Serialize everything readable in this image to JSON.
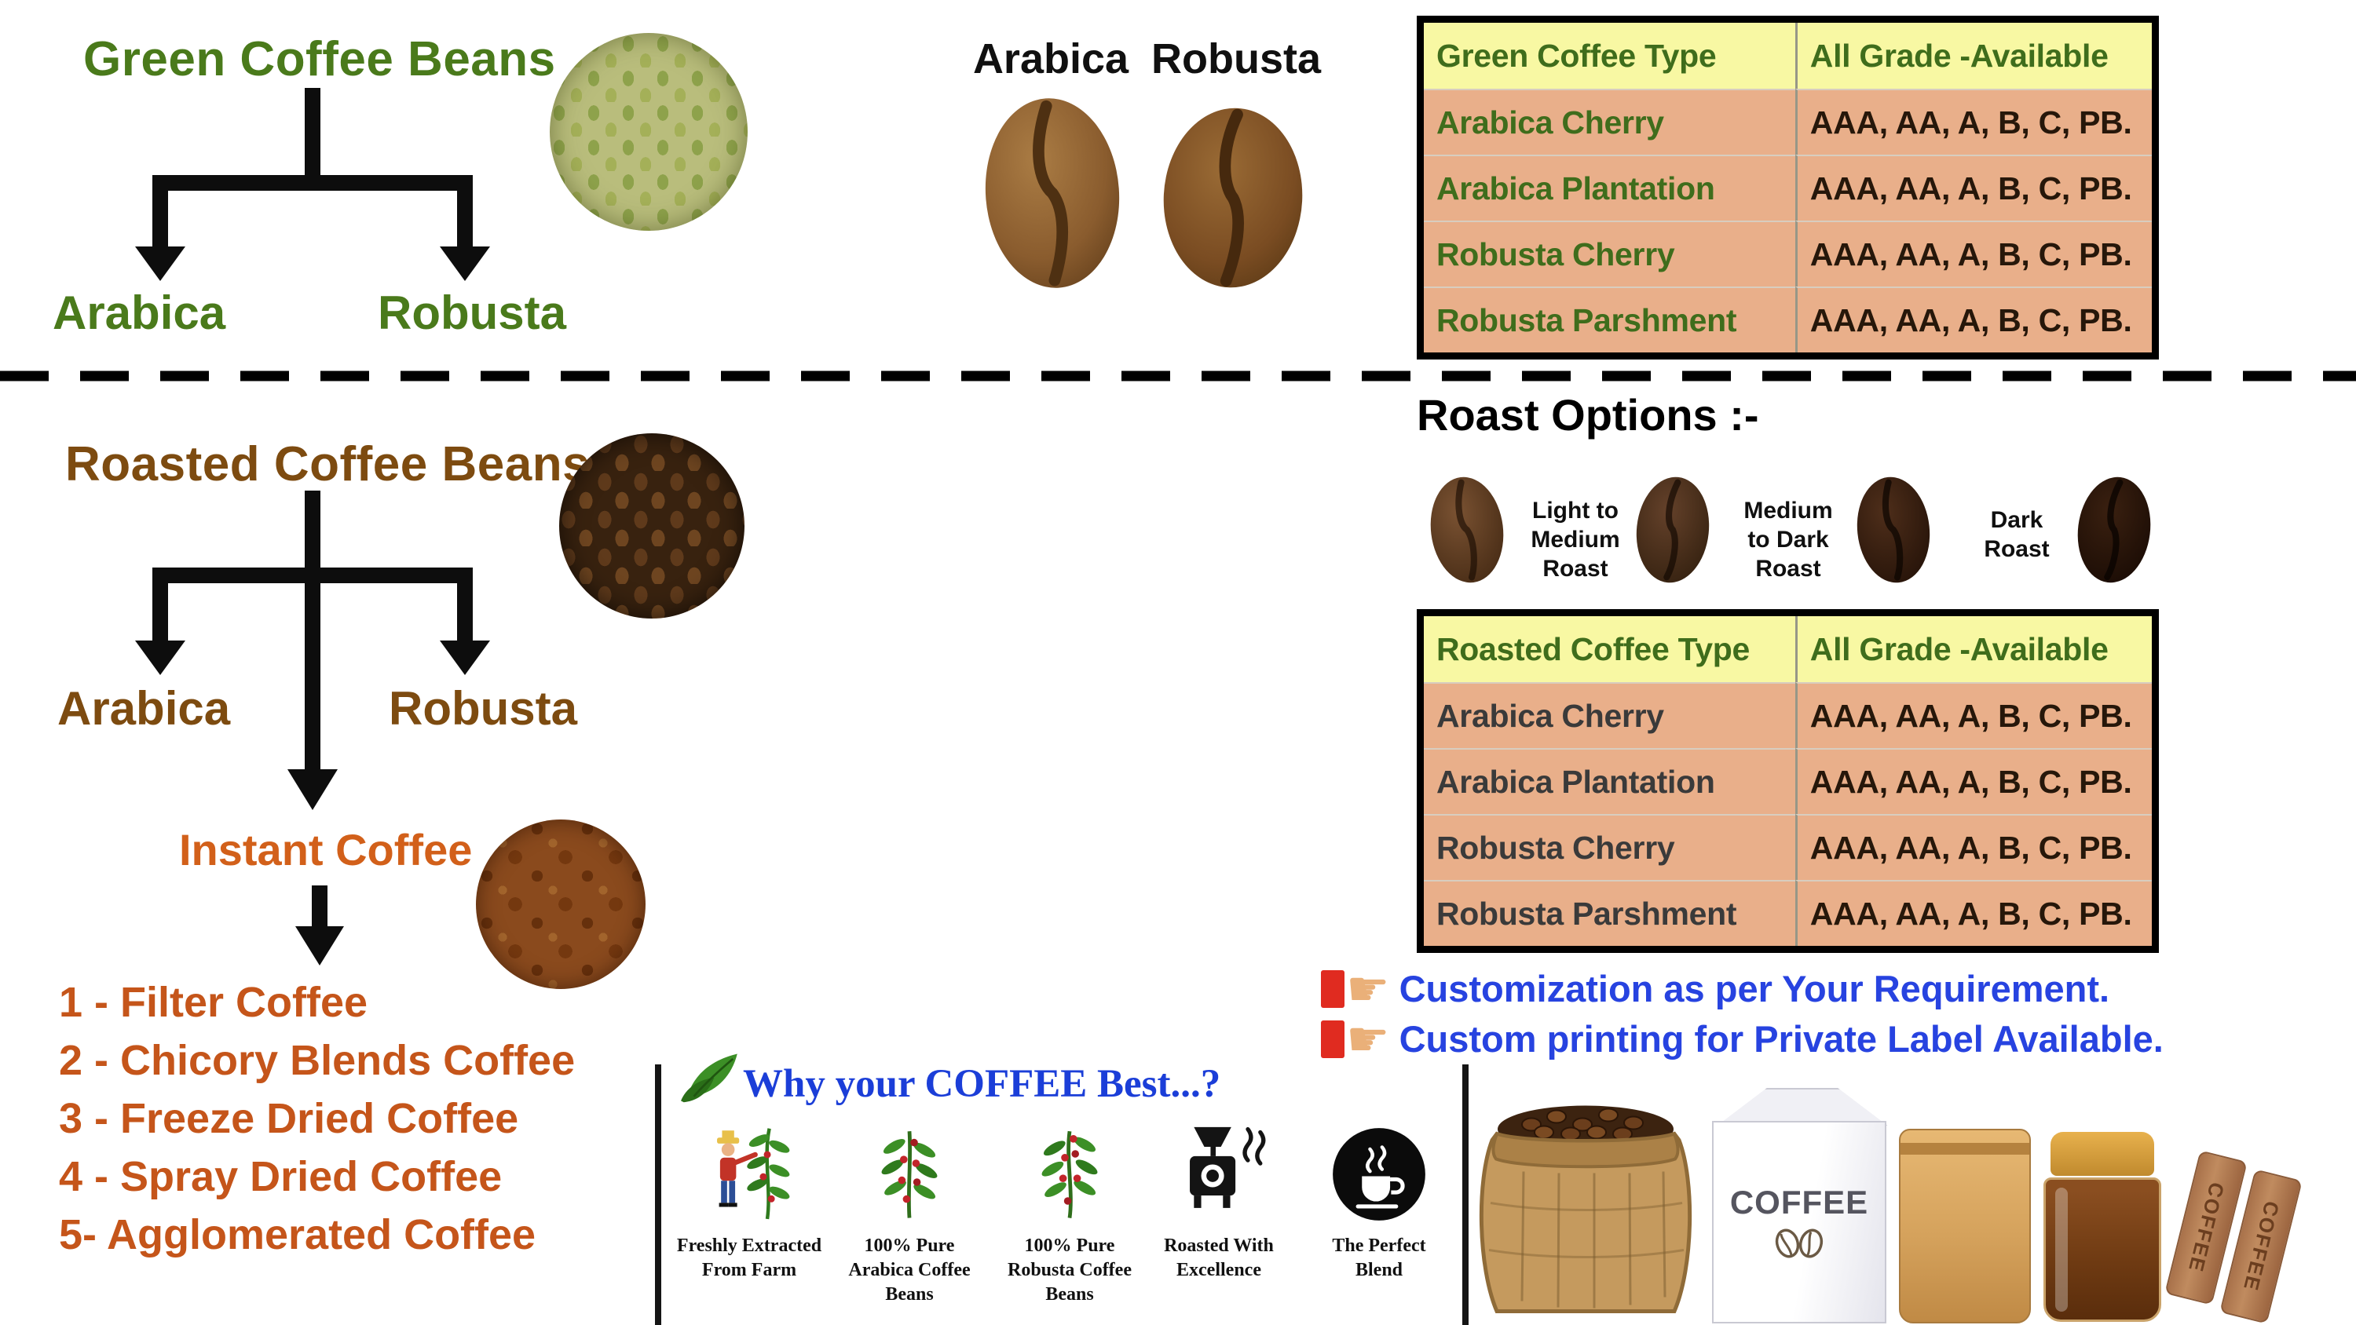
{
  "colors": {
    "green": "#4a7a1b",
    "brown": "#7d4b10",
    "orange": "#d2601a",
    "list_orange": "#c5551a",
    "note_blue": "#2743e0",
    "why_blue": "#1b3ed8",
    "table_header_bg": "#f8f8a3",
    "table_row_bg": "#e9af8a"
  },
  "green": {
    "title": "Green Coffee Beans",
    "branch_left": "Arabica",
    "branch_right": "Robusta",
    "table": {
      "headers": [
        "Green Coffee Type",
        "All Grade -Available"
      ],
      "rows": [
        [
          "Arabica Cherry",
          "AAA, AA, A, B, C, PB."
        ],
        [
          "Arabica Plantation",
          "AAA, AA, A, B, C, PB."
        ],
        [
          "Robusta Cherry",
          "AAA, AA, A, B, C, PB."
        ],
        [
          "Robusta Parshment",
          "AAA, AA, A, B, C, PB."
        ]
      ]
    }
  },
  "bean_compare": {
    "left_label": "Arabica",
    "right_label": "Robusta"
  },
  "roasted": {
    "title": "Roasted Coffee Beans",
    "branch_left": "Arabica",
    "branch_right": "Robusta",
    "instant_title": "Instant Coffee",
    "instant_list": [
      "1 - Filter Coffee",
      "2 - Chicory Blends Coffee",
      "3 - Freeze Dried Coffee",
      "4 - Spray Dried Coffee",
      "5- Agglomerated Coffee"
    ],
    "roast_options_title": "Roast Options :-",
    "roast_levels": [
      "Light to\nMedium\nRoast",
      "Medium\nto Dark\nRoast",
      "Dark\nRoast"
    ],
    "table": {
      "headers": [
        "Roasted Coffee Type",
        "All Grade -Available"
      ],
      "rows": [
        [
          "Arabica Cherry",
          "AAA, AA, A, B, C, PB."
        ],
        [
          "Arabica Plantation",
          "AAA, AA, A, B, C, PB."
        ],
        [
          "Robusta Cherry",
          "AAA, AA, A, B, C, PB."
        ],
        [
          "Robusta Parshment",
          "AAA, AA, A, B, C, PB."
        ]
      ]
    },
    "notes": [
      "Customization as per Your Requirement.",
      "Custom printing for Private Label Available."
    ]
  },
  "why": {
    "title": "Why your COFFEE Best...?",
    "features": [
      "Freshly Extracted\nFrom Farm",
      "100% Pure\nArabica Coffee\nBeans",
      "100% Pure\nRobusta Coffee\nBeans",
      "Roasted With\nExcellence",
      "The Perfect\nBlend"
    ]
  },
  "packaging": {
    "carton_label": "COFFEE",
    "stick_label": "COFFEE"
  }
}
